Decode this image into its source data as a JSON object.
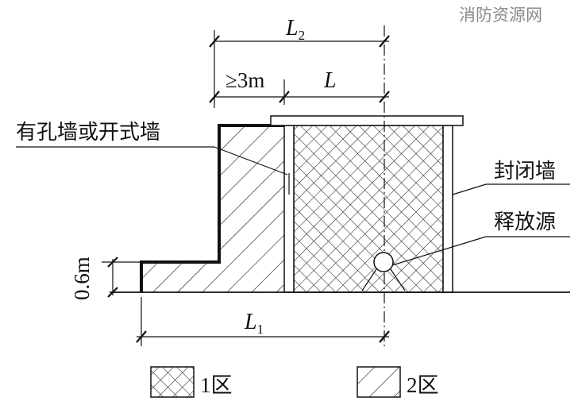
{
  "watermark": "消防资源网",
  "labels": {
    "perforated_wall": "有孔墙或开式墙",
    "closed_wall": "封闭墙",
    "release_source": "释放源"
  },
  "dimensions": {
    "L2": {
      "symbol": "L",
      "subscript": "2"
    },
    "min_gap": "≥3m",
    "L": "L",
    "L1": {
      "symbol": "L",
      "subscript": "1"
    },
    "height": "0.6m"
  },
  "legend": {
    "zone1": "1区",
    "zone2": "2区"
  }
}
